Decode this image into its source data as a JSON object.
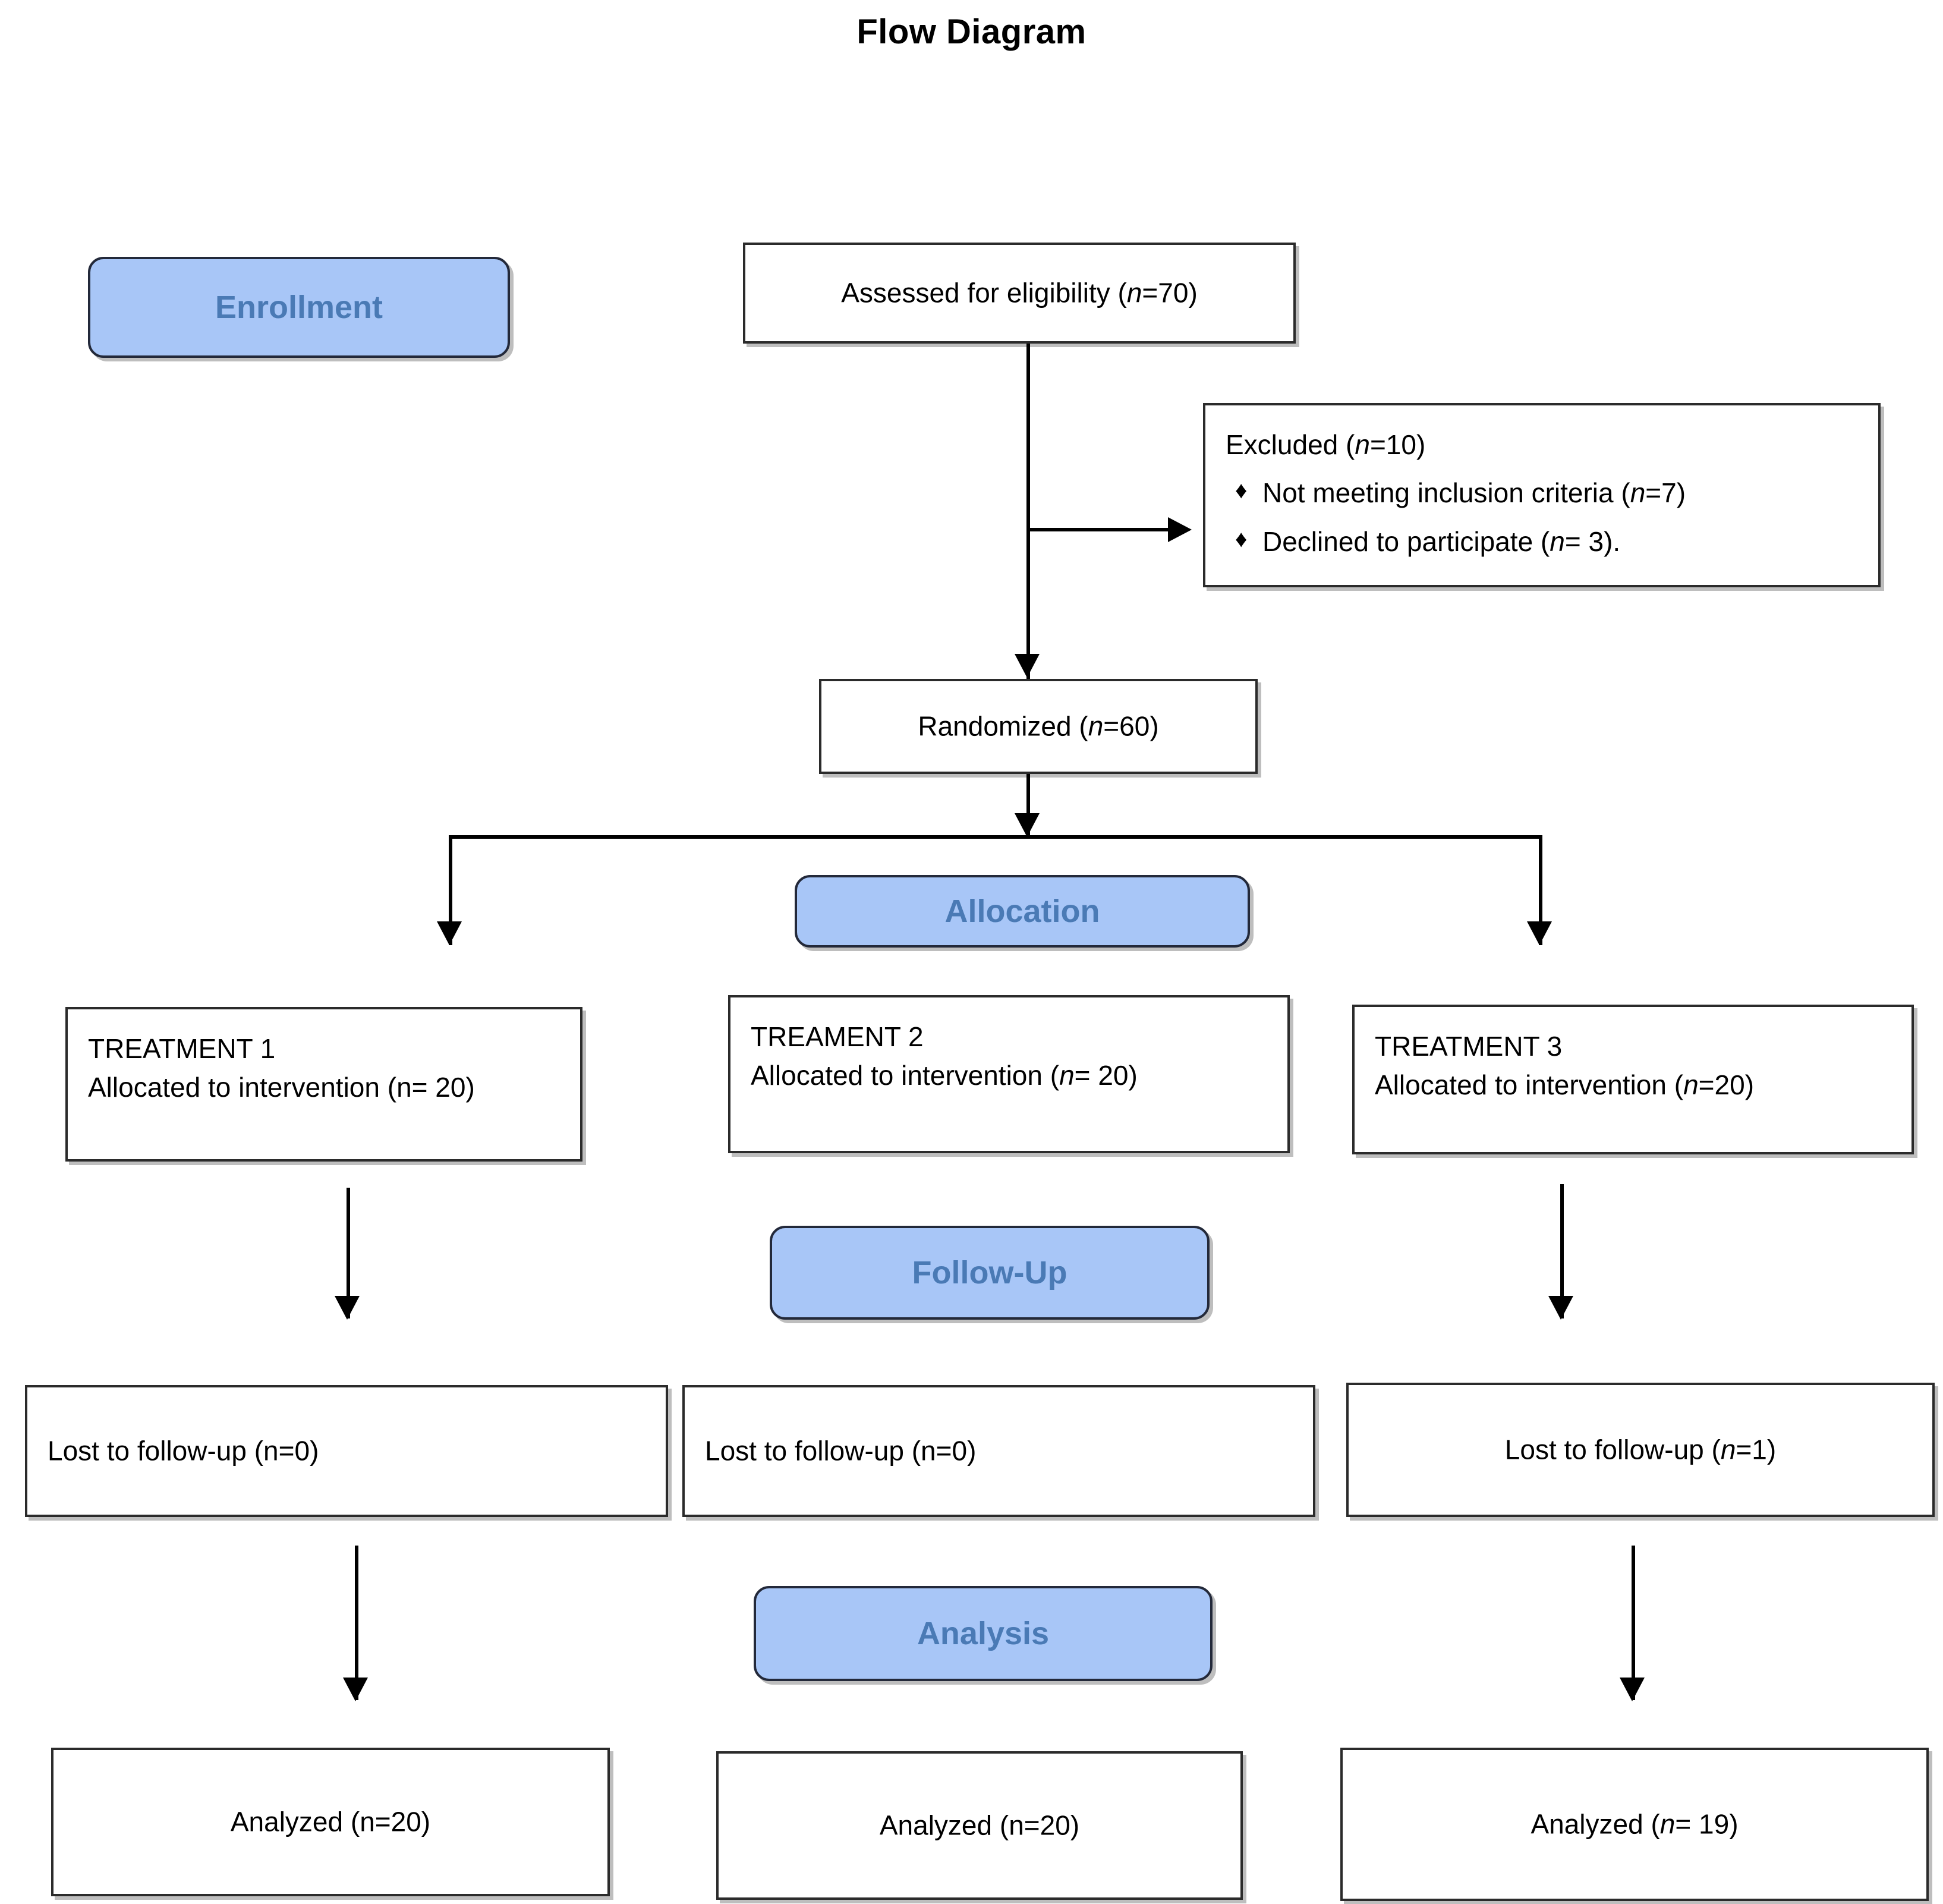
{
  "title": "Flow Diagram",
  "stages": [
    {
      "key": "enrollment",
      "label": "Enrollment"
    },
    {
      "key": "allocation",
      "label": "Allocation"
    },
    {
      "key": "followup",
      "label": "Follow-Up"
    },
    {
      "key": "analysis",
      "label": "Analysis"
    }
  ],
  "nodes": {
    "assessed": {
      "text_before": "Assessed for eligibility (",
      "n": "n",
      "text_after": "=70)"
    },
    "excluded": {
      "heading_before": "Excluded (",
      "heading_n": "n",
      "heading_after": "=10)",
      "bullet_glyph": "♦",
      "bullets": [
        {
          "before": "Not meeting inclusion criteria (",
          "n": "n",
          "after": "=7)"
        },
        {
          "before": "Declined to participate (",
          "n": "n",
          "after": "= 3)."
        }
      ]
    },
    "randomized": {
      "text_before": "Randomized (",
      "n": "n",
      "text_after": "=60)"
    },
    "allocated": [
      {
        "title": "TREATMENT 1",
        "line_before": "Allocated to intervention (n= 20)",
        "n": "",
        "line_after": ""
      },
      {
        "title": "TREAMENT  2",
        "line_before": "Allocated to intervention (",
        "n": "n",
        "line_after": "= 20)"
      },
      {
        "title": "TREATMENT 3",
        "line_before": "Allocated to intervention (",
        "n": "n",
        "line_after": "=20)"
      }
    ],
    "lost": [
      {
        "before": "Lost to follow-up (n=0)",
        "n": "",
        "after": ""
      },
      {
        "before": "Lost to follow-up (n=0)",
        "n": "",
        "after": ""
      },
      {
        "before": "Lost to follow-up (",
        "n": "n",
        "after": "=1)"
      }
    ],
    "analyzed": [
      {
        "before": "Analyzed (n=20)",
        "n": "",
        "after": ""
      },
      {
        "before": "Analyzed (n=20)",
        "n": "",
        "after": ""
      },
      {
        "before": "Analyzed (",
        "n": "n",
        "after": "= 19)"
      }
    ]
  },
  "colors": {
    "stage_fill": "#a8c6f7",
    "stage_text": "#4a7ab5",
    "stage_border": "#23293a",
    "box_border": "#2b2b2b",
    "connector": "#000000",
    "page_background": "#ffffff"
  }
}
